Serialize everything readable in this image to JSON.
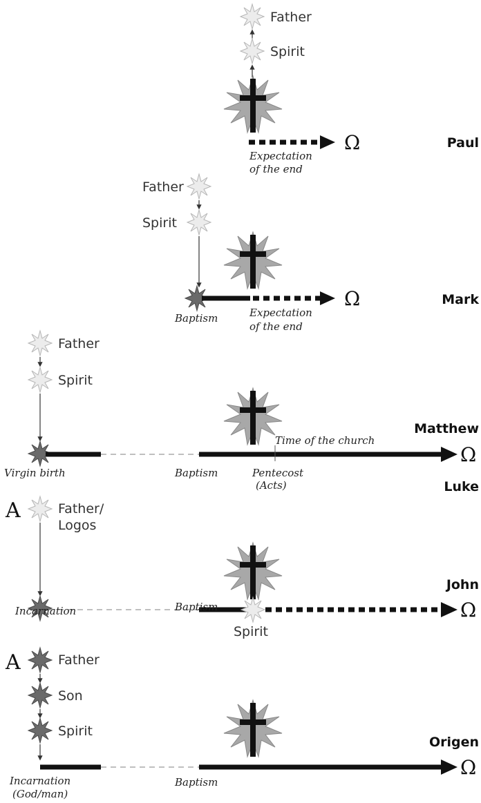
{
  "omega": "Ω",
  "alpha": "A",
  "paul": {
    "name": "Paul",
    "father": "Father",
    "spirit": "Spirit",
    "expect1": "Expectation",
    "expect2": "of the end"
  },
  "mark": {
    "name": "Mark",
    "father": "Father",
    "spirit": "Spirit",
    "baptism": "Baptism",
    "expect1": "Expectation",
    "expect2": "of the end"
  },
  "matthew_luke": {
    "name1": "Matthew",
    "name2": "Luke",
    "father": "Father",
    "spirit": "Spirit",
    "virgin_birth": "Virgin birth",
    "baptism": "Baptism",
    "church": "Time of the church",
    "pentecost1": "Pentecost",
    "pentecost2": "(Acts)"
  },
  "john": {
    "name": "John",
    "father1": "Father/",
    "father2": "Logos",
    "incarnation": "Incarnation",
    "baptism": "Baptism",
    "spirit": "Spirit"
  },
  "origen": {
    "name": "Origen",
    "father": "Father",
    "son": "Son",
    "spirit": "Spirit",
    "incarnation1": "Incarnation",
    "incarnation2": "(God/man)",
    "baptism": "Baptism"
  },
  "colors": {
    "ink": "#111111",
    "cross_burst": "#9a9a9a",
    "dark_star": "#6a6a6a",
    "light_star": "#cfcfcf",
    "dashed": "#999999"
  }
}
